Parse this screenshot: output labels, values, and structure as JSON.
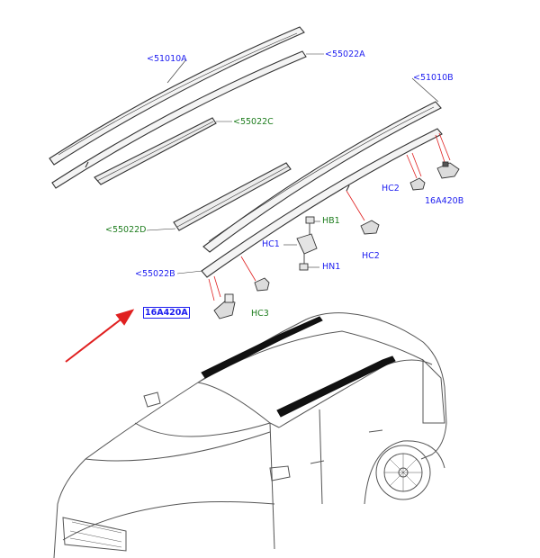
{
  "colors": {
    "blue_callout": "#1d1df0",
    "green_callout": "#1e7d1e",
    "leader_red": "#e02020",
    "arrow_red": "#e02020",
    "line_art": "#333333"
  },
  "callouts": {
    "c51010A": "<51010A",
    "c55022A": "<55022A",
    "c55022C": "<55022C",
    "c51010B": "<51010B",
    "c55022D": "<55022D",
    "cHB1": "HB1",
    "cHC1": "HC1",
    "cHN1": "HN1",
    "cHC2a": "HC2",
    "cHC2b": "HC2",
    "c16A420B": "16A420B",
    "c55022B": "<55022B",
    "c16A420A": "16A420A",
    "cHC3": "HC3"
  },
  "highlight": {
    "arrow_points_to": "16A420A"
  }
}
